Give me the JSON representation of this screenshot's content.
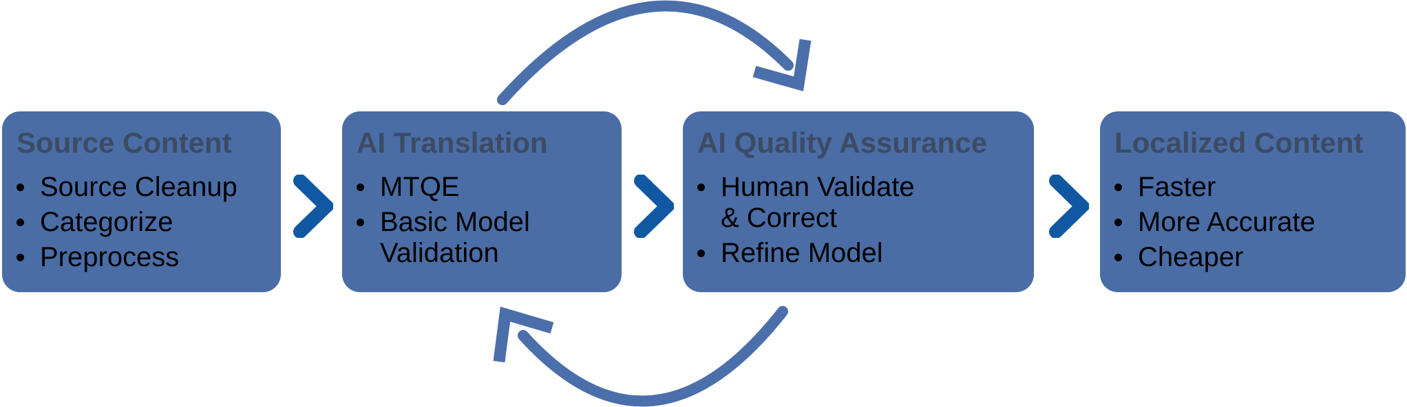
{
  "diagram": {
    "background": "#FFFFFF",
    "colors": {
      "box_fill": "#4A6DA6",
      "heading_text": "#3C4B64",
      "bullet_text": "#000000",
      "chevron": "#1059A2",
      "loop_arrow": "#4A6FAA"
    },
    "icons": {
      "separator": "chevron-right",
      "loop_top": "curved-arrow-clockwise-top",
      "loop_bottom": "curved-arrow-clockwise-bottom",
      "bullet": "dot"
    },
    "boxes": [
      {
        "title": "Source Content",
        "bullets": [
          "Source Cleanup",
          "Categorize",
          "Preprocess"
        ]
      },
      {
        "title": "AI Translation",
        "bullets": [
          "MTQE",
          "Basic Model\nValidation"
        ]
      },
      {
        "title": "AI Quality Assurance",
        "bullets": [
          "Human Validate\n& Correct",
          "Refine Model"
        ]
      },
      {
        "title": "Localized Content",
        "bullets": [
          "Faster",
          "More Accurate",
          "Cheaper"
        ]
      }
    ]
  }
}
